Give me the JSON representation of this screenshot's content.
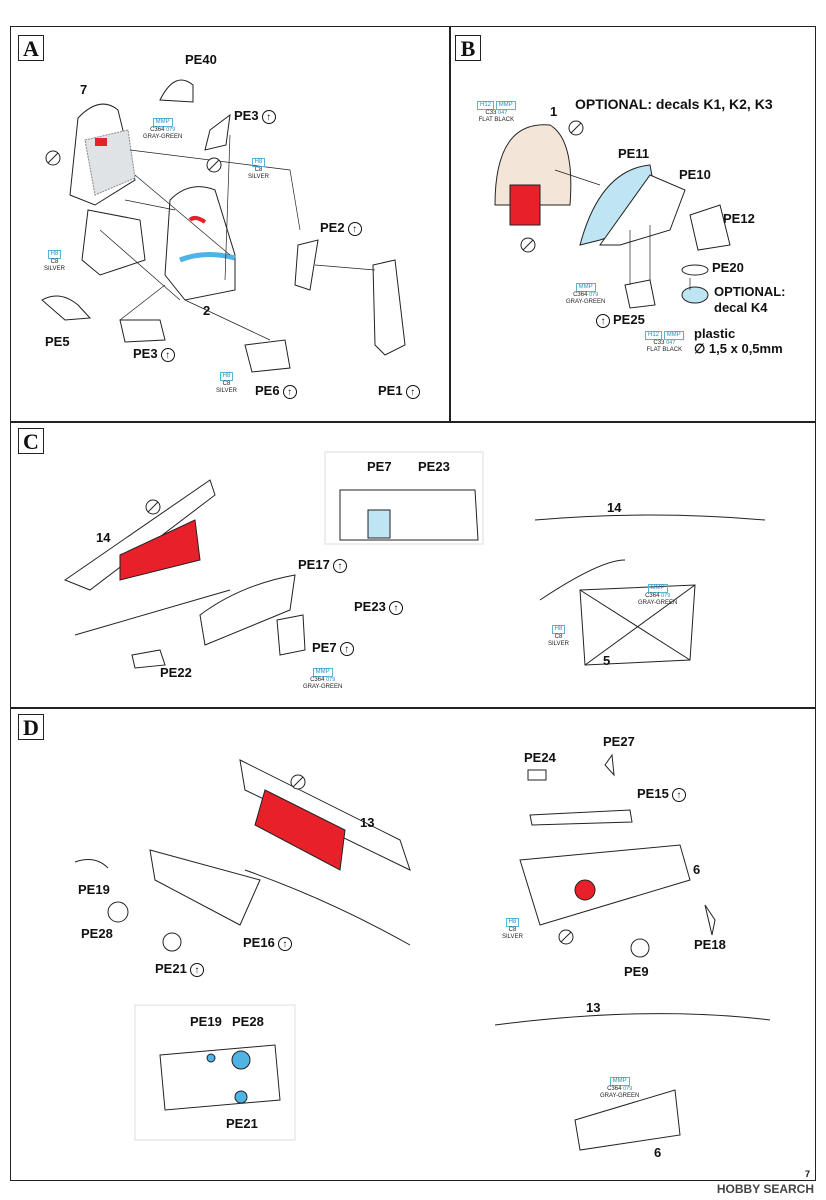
{
  "page": {
    "number": "7",
    "watermark": "HOBBY SEARCH"
  },
  "sections": {
    "A": {
      "letter": "A",
      "labels": {
        "pe40": "PE40",
        "seat7": "7",
        "pe3_top": "PE3",
        "pe2": "PE2",
        "pe5": "PE5",
        "pe3_bottom": "PE3",
        "seat2": "2",
        "pe6": "PE6",
        "pe1": "PE1"
      },
      "paints": [
        {
          "mmp": "MMP",
          "code": "C364",
          "num": "079",
          "name": "GRAY-GREEN"
        },
        {
          "code": "H8",
          "code2": "C8",
          "name": "SILVER"
        },
        {
          "code": "H8",
          "code2": "C8",
          "name": "SILVER"
        },
        {
          "code": "H8",
          "code2": "C8",
          "name": "SILVER"
        }
      ]
    },
    "B": {
      "letter": "B",
      "optional_k": "OPTIONAL: decals K1, K2, K3",
      "labels": {
        "one": "1",
        "pe11": "PE11",
        "pe10": "PE10",
        "pe12": "PE12",
        "pe20": "PE20",
        "optional_k4": "OPTIONAL:",
        "decal_k4": "decal K4",
        "pe25": "PE25",
        "plastic": "plastic",
        "dims": "∅ 1,5 x 0,5mm"
      },
      "paints": [
        {
          "code": "H12",
          "mmp": "MMP",
          "code2": "C33",
          "num": "047",
          "name": "FLAT BLACK"
        },
        {
          "mmp": "MMP",
          "code": "C364",
          "num": "079",
          "name": "GRAY-GREEN"
        },
        {
          "code": "H12",
          "mmp": "MMP",
          "code2": "C33",
          "num": "047",
          "name": "FLAT BLACK"
        }
      ]
    },
    "C": {
      "letter": "C",
      "labels": {
        "pe7_top": "PE7",
        "pe23_top": "PE23",
        "fourteen_left": "14",
        "fourteen_right": "14",
        "pe17": "PE17",
        "pe23": "PE23",
        "pe22": "PE22",
        "pe7": "PE7",
        "five": "5"
      },
      "paints": [
        {
          "mmp": "MMP",
          "code": "C364",
          "num": "079",
          "name": "GRAY-GREEN"
        },
        {
          "mmp": "MMP",
          "code": "C364",
          "num": "079",
          "name": "GRAY-GREEN"
        },
        {
          "code": "H8",
          "code2": "C8",
          "name": "SILVER"
        }
      ]
    },
    "D": {
      "letter": "D",
      "labels": {
        "thirteen": "13",
        "pe19": "PE19",
        "pe28": "PE28",
        "pe21": "PE21",
        "pe16": "PE16",
        "pe24": "PE24",
        "pe27": "PE27",
        "pe15": "PE15",
        "six": "6",
        "pe18": "PE18",
        "pe9": "PE9",
        "pe19_inset": "PE19",
        "pe28_inset": "PE28",
        "pe21_inset": "PE21",
        "thirteen_bottom": "13",
        "six_bottom": "6"
      },
      "paints": [
        {
          "code": "H8",
          "code2": "C8",
          "name": "SILVER"
        },
        {
          "mmp": "MMP",
          "code": "C364",
          "num": "079",
          "name": "GRAY-GREEN"
        }
      ]
    }
  },
  "colors": {
    "red": "#e8202a",
    "blue": "#4fb3e3",
    "lightblue": "#bfe4f3",
    "line": "#222222"
  }
}
